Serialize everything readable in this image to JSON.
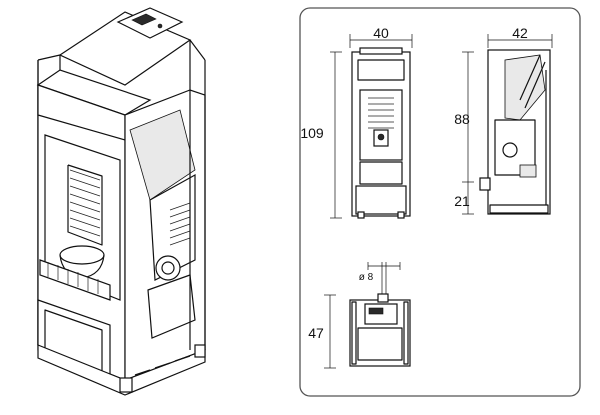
{
  "dimensions": {
    "front_width": "40",
    "side_depth": "42",
    "front_height": "109",
    "side_upper_height": "88",
    "side_lower_height": "21",
    "top_depth": "47",
    "flue_diameter": "ø 8"
  },
  "colors": {
    "line": "#111111",
    "panel_fill": "#e9e9e9",
    "dark_part": "#2a2a2a",
    "frame_border": "#555555"
  }
}
